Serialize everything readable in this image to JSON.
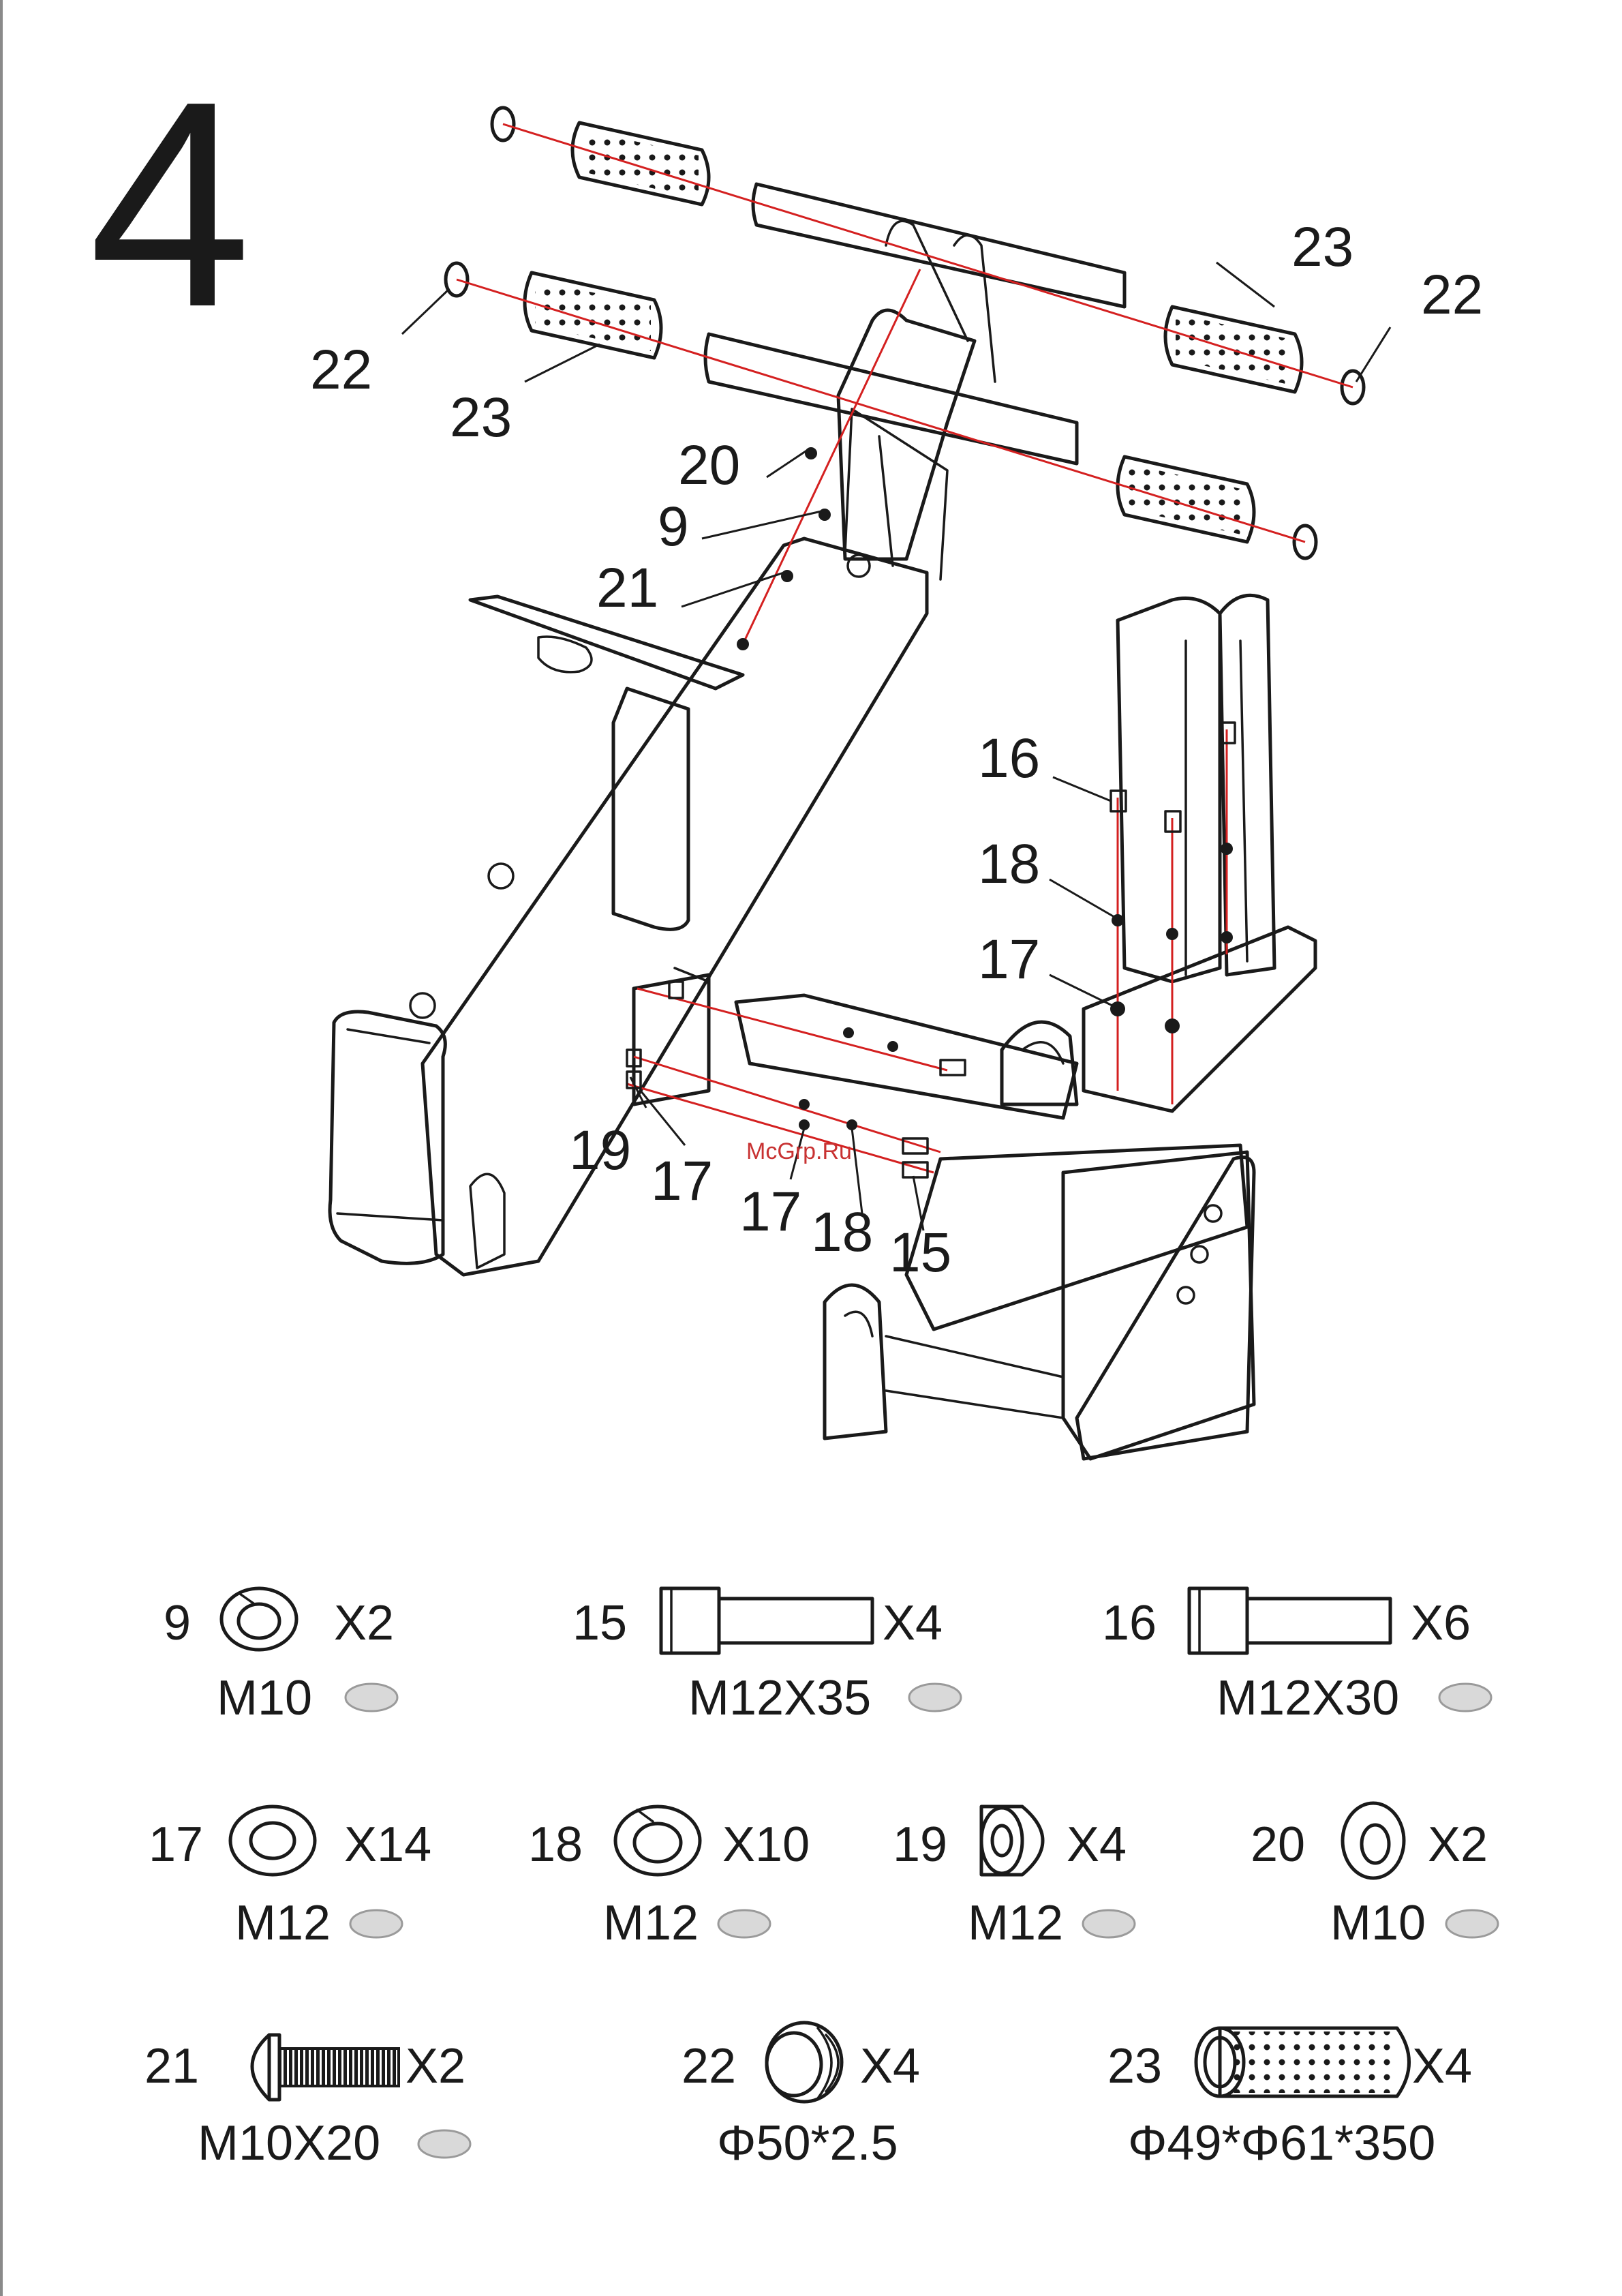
{
  "step_number": "4",
  "watermark": "McGrp.Ru",
  "callouts": {
    "c22a": "22",
    "c23a": "23",
    "c23b": "23",
    "c22b": "22",
    "c20": "20",
    "c9": "9",
    "c21": "21",
    "c16": "16",
    "c18a": "18",
    "c17a": "17",
    "c19": "19",
    "c17b": "17",
    "c17c": "17",
    "c18b": "18",
    "c15": "15"
  },
  "parts": [
    {
      "number": "9",
      "qty": "X2",
      "spec": "M10"
    },
    {
      "number": "15",
      "qty": "X4",
      "spec": "M12X35"
    },
    {
      "number": "16",
      "qty": "X6",
      "spec": "M12X30"
    },
    {
      "number": "17",
      "qty": "X14",
      "spec": "M12"
    },
    {
      "number": "18",
      "qty": "X10",
      "spec": "M12"
    },
    {
      "number": "19",
      "qty": "X4",
      "spec": "M12"
    },
    {
      "number": "20",
      "qty": "X2",
      "spec": "M10"
    },
    {
      "number": "21",
      "qty": "X2",
      "spec": "M10X20"
    },
    {
      "number": "22",
      "qty": "X4",
      "spec": "Φ50*2.5"
    },
    {
      "number": "23",
      "qty": "X4",
      "spec": "Φ49*Φ61*350"
    }
  ]
}
